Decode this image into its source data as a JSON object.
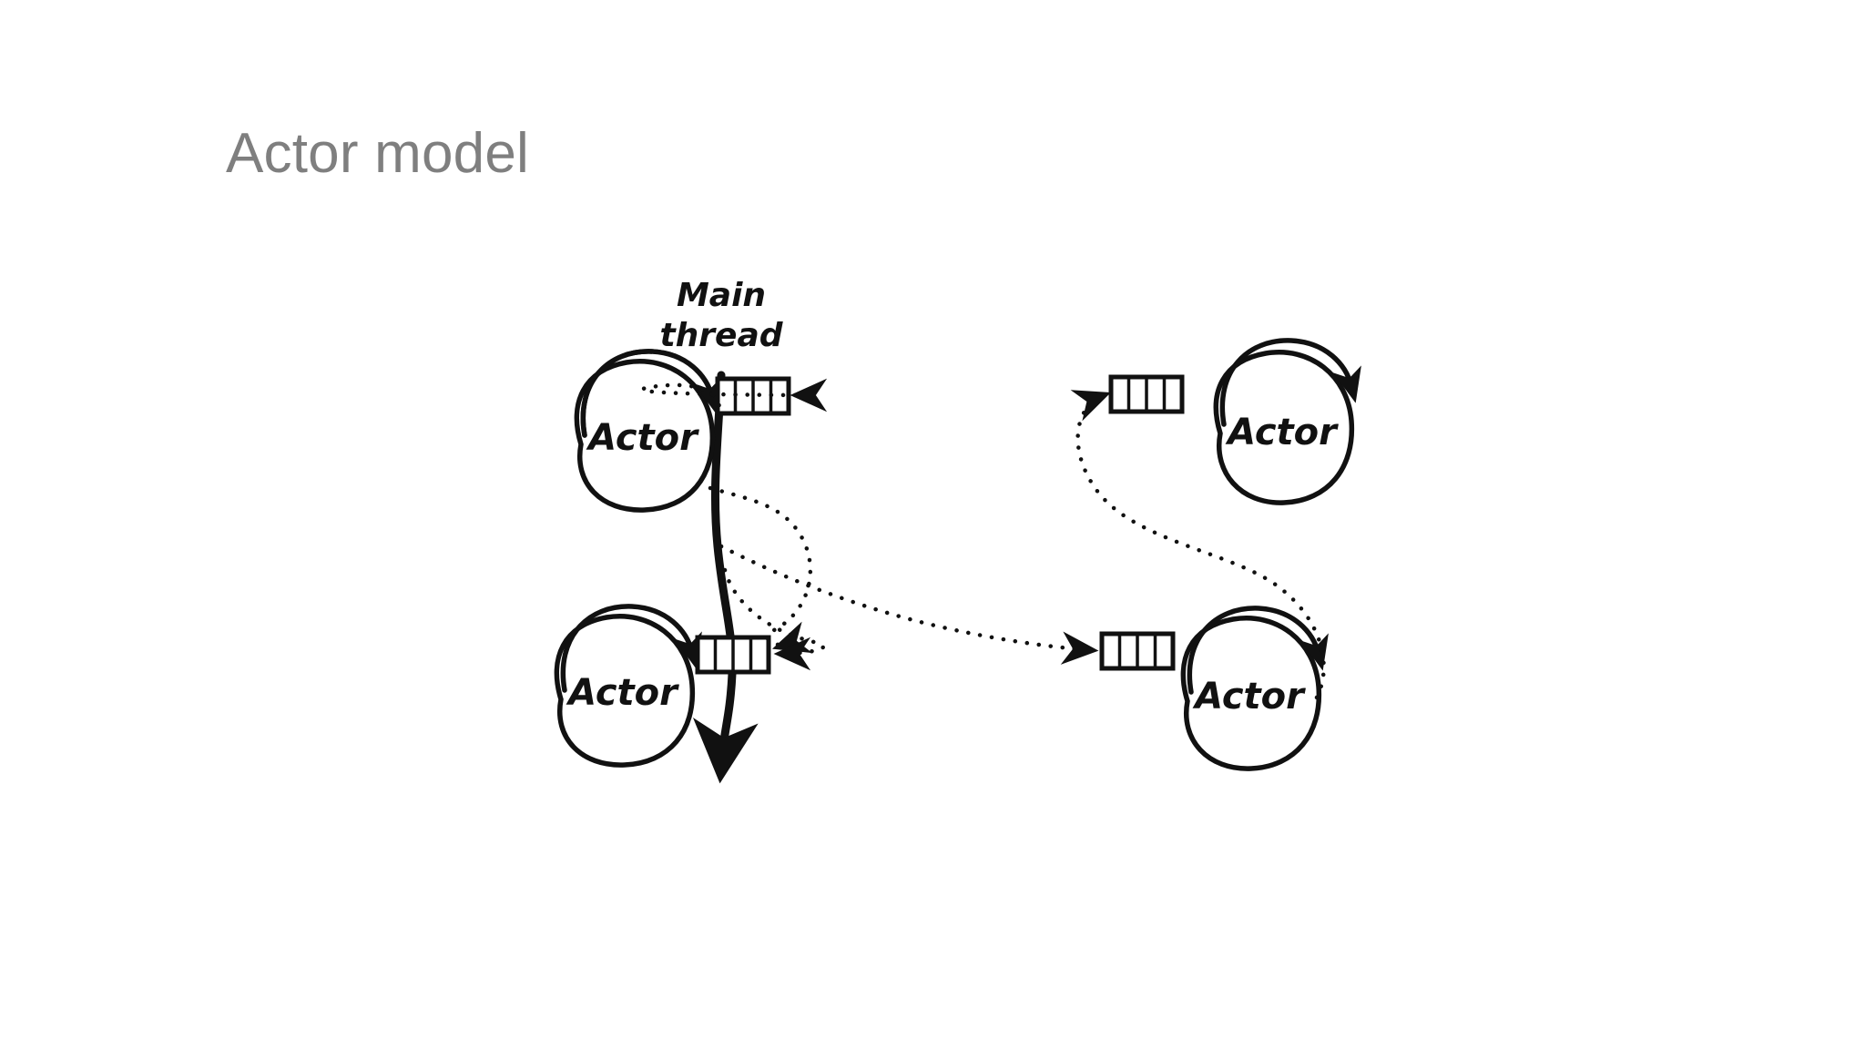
{
  "slide": {
    "title": "Actor model",
    "title_color": "#7f7f7f",
    "background_color": "#ffffff",
    "ink_color": "#111111"
  },
  "diagram": {
    "type": "actor-model-concurrency-diagram",
    "main_thread_label_line1": "Main",
    "main_thread_label_line2": "thread",
    "main_thread_label": "Main thread",
    "actor_label": "Actor",
    "mailbox_cells": 4,
    "actors": [
      {
        "id": "actor-top-left",
        "label": "Actor",
        "side": "left",
        "row": "top",
        "mailbox_side": "right"
      },
      {
        "id": "actor-bottom-left",
        "label": "Actor",
        "side": "left",
        "row": "bottom",
        "mailbox_side": "right"
      },
      {
        "id": "actor-top-right",
        "label": "Actor",
        "side": "right",
        "row": "top",
        "mailbox_side": "left"
      },
      {
        "id": "actor-bottom-right",
        "label": "Actor",
        "side": "right",
        "row": "bottom",
        "mailbox_side": "left"
      }
    ],
    "mailboxes": [
      {
        "id": "mailbox-top-left",
        "cells": 4,
        "incoming": 1
      },
      {
        "id": "mailbox-bottom-left",
        "cells": 4,
        "incoming": 2
      },
      {
        "id": "mailbox-top-right",
        "cells": 4,
        "incoming": 1
      },
      {
        "id": "mailbox-bottom-right",
        "cells": 4,
        "incoming": 1
      }
    ],
    "messages": [
      {
        "id": "msg-main-to-top-left",
        "from": "main-thread",
        "to": "mailbox-top-left",
        "style": "dotted"
      },
      {
        "id": "msg-top-left-to-bottom-left",
        "from": "actor-top-left",
        "to": "mailbox-bottom-left",
        "style": "dotted"
      },
      {
        "id": "msg-main-to-bottom-left",
        "from": "main-thread",
        "to": "mailbox-bottom-left",
        "style": "dotted"
      },
      {
        "id": "msg-bottom-right-to-top-right",
        "from": "actor-bottom-right",
        "to": "mailbox-top-right",
        "style": "dotted"
      },
      {
        "id": "msg-main-to-bottom-right",
        "from": "main-thread",
        "to": "mailbox-bottom-right",
        "style": "dotted"
      }
    ]
  }
}
